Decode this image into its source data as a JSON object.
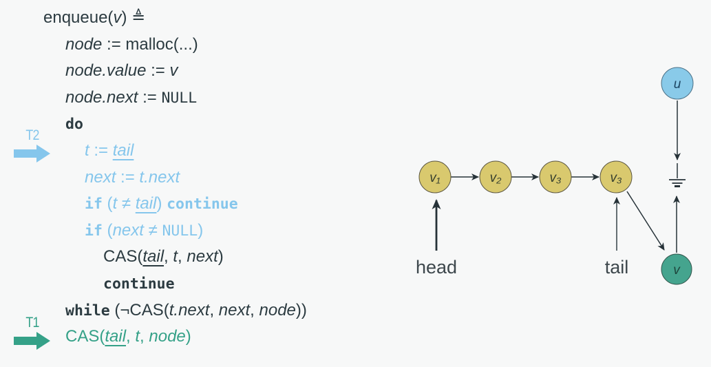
{
  "colors": {
    "background": "#f7f8f8",
    "code_dark": "#2c3b41",
    "code_blue": "#85c6ec",
    "code_green": "#35a188",
    "line": "#263238",
    "node_yellow": "#d9c96e",
    "node_blue": "#89cae9",
    "node_green": "#45a48e"
  },
  "code": {
    "lines": [
      {
        "indent": 0,
        "color": "dark",
        "tokens": [
          {
            "t": "enqueue(",
            "s": "p"
          },
          {
            "t": "v",
            "s": "v"
          },
          {
            "t": ") ",
            "s": "p"
          },
          {
            "t": "≜",
            "s": "p"
          }
        ]
      },
      {
        "indent": 1,
        "color": "dark",
        "tokens": [
          {
            "t": "node",
            "s": "v"
          },
          {
            "t": " := ",
            "s": "p"
          },
          {
            "t": "malloc(...)",
            "s": "p"
          }
        ]
      },
      {
        "indent": 1,
        "color": "dark",
        "tokens": [
          {
            "t": "node.value",
            "s": "v"
          },
          {
            "t": " := ",
            "s": "p"
          },
          {
            "t": "v",
            "s": "v"
          }
        ]
      },
      {
        "indent": 1,
        "color": "dark",
        "tokens": [
          {
            "t": "node.next",
            "s": "v"
          },
          {
            "t": " := ",
            "s": "p"
          },
          {
            "t": "NULL",
            "s": "m"
          }
        ]
      },
      {
        "indent": 1,
        "color": "dark",
        "tokens": [
          {
            "t": "do",
            "s": "k"
          }
        ]
      },
      {
        "indent": 2,
        "color": "blue",
        "tokens": [
          {
            "t": "t",
            "s": "v"
          },
          {
            "t": " := ",
            "s": "p"
          },
          {
            "t": "tail",
            "s": "u"
          }
        ]
      },
      {
        "indent": 2,
        "color": "blue",
        "tokens": [
          {
            "t": "next",
            "s": "v"
          },
          {
            "t": " := ",
            "s": "p"
          },
          {
            "t": "t.next",
            "s": "v"
          }
        ]
      },
      {
        "indent": 2,
        "color": "blue",
        "tokens": [
          {
            "t": "if",
            "s": "k"
          },
          {
            "t": " (",
            "s": "p"
          },
          {
            "t": "t",
            "s": "v"
          },
          {
            "t": " ≠ ",
            "s": "p"
          },
          {
            "t": "tail",
            "s": "u"
          },
          {
            "t": ") ",
            "s": "p"
          },
          {
            "t": "continue",
            "s": "k"
          }
        ]
      },
      {
        "indent": 2,
        "color": "blue",
        "tokens": [
          {
            "t": "if",
            "s": "k"
          },
          {
            "t": " (",
            "s": "p"
          },
          {
            "t": "next",
            "s": "v"
          },
          {
            "t": " ≠ ",
            "s": "p"
          },
          {
            "t": "NULL",
            "s": "m"
          },
          {
            "t": ")",
            "s": "p"
          }
        ]
      },
      {
        "indent": 3,
        "color": "dark",
        "tokens": [
          {
            "t": "CAS(",
            "s": "p"
          },
          {
            "t": "tail",
            "s": "u"
          },
          {
            "t": ", ",
            "s": "p"
          },
          {
            "t": "t",
            "s": "v"
          },
          {
            "t": ", ",
            "s": "p"
          },
          {
            "t": "next",
            "s": "v"
          },
          {
            "t": ")",
            "s": "p"
          }
        ]
      },
      {
        "indent": 3,
        "color": "dark",
        "tokens": [
          {
            "t": "continue",
            "s": "k"
          }
        ]
      },
      {
        "indent": 1,
        "color": "dark",
        "tokens": [
          {
            "t": "while",
            "s": "k"
          },
          {
            "t": " (¬CAS(",
            "s": "p"
          },
          {
            "t": "t.next",
            "s": "v"
          },
          {
            "t": ", ",
            "s": "p"
          },
          {
            "t": "next",
            "s": "v"
          },
          {
            "t": ", ",
            "s": "p"
          },
          {
            "t": "node",
            "s": "v"
          },
          {
            "t": "))",
            "s": "p"
          }
        ]
      },
      {
        "indent": 1,
        "color": "green",
        "tokens": [
          {
            "t": "CAS(",
            "s": "p"
          },
          {
            "t": "tail",
            "s": "u"
          },
          {
            "t": ", ",
            "s": "p"
          },
          {
            "t": "t",
            "s": "v"
          },
          {
            "t": ", ",
            "s": "p"
          },
          {
            "t": "node",
            "s": "v"
          },
          {
            "t": ")",
            "s": "p"
          }
        ]
      }
    ]
  },
  "threads": {
    "t2": {
      "label": "T2",
      "color": "#85c6ec"
    },
    "t1": {
      "label": "T1",
      "color": "#35a188"
    }
  },
  "diagram": {
    "nodes": [
      {
        "id": "v1",
        "label": "v₁"
      },
      {
        "id": "v2",
        "label": "v₂"
      },
      {
        "id": "v3",
        "label": "v₃"
      },
      {
        "id": "v3b",
        "label": "v₃"
      },
      {
        "id": "u",
        "label": "u"
      },
      {
        "id": "v",
        "label": "v"
      }
    ],
    "head_label": "head",
    "tail_label": "tail"
  }
}
